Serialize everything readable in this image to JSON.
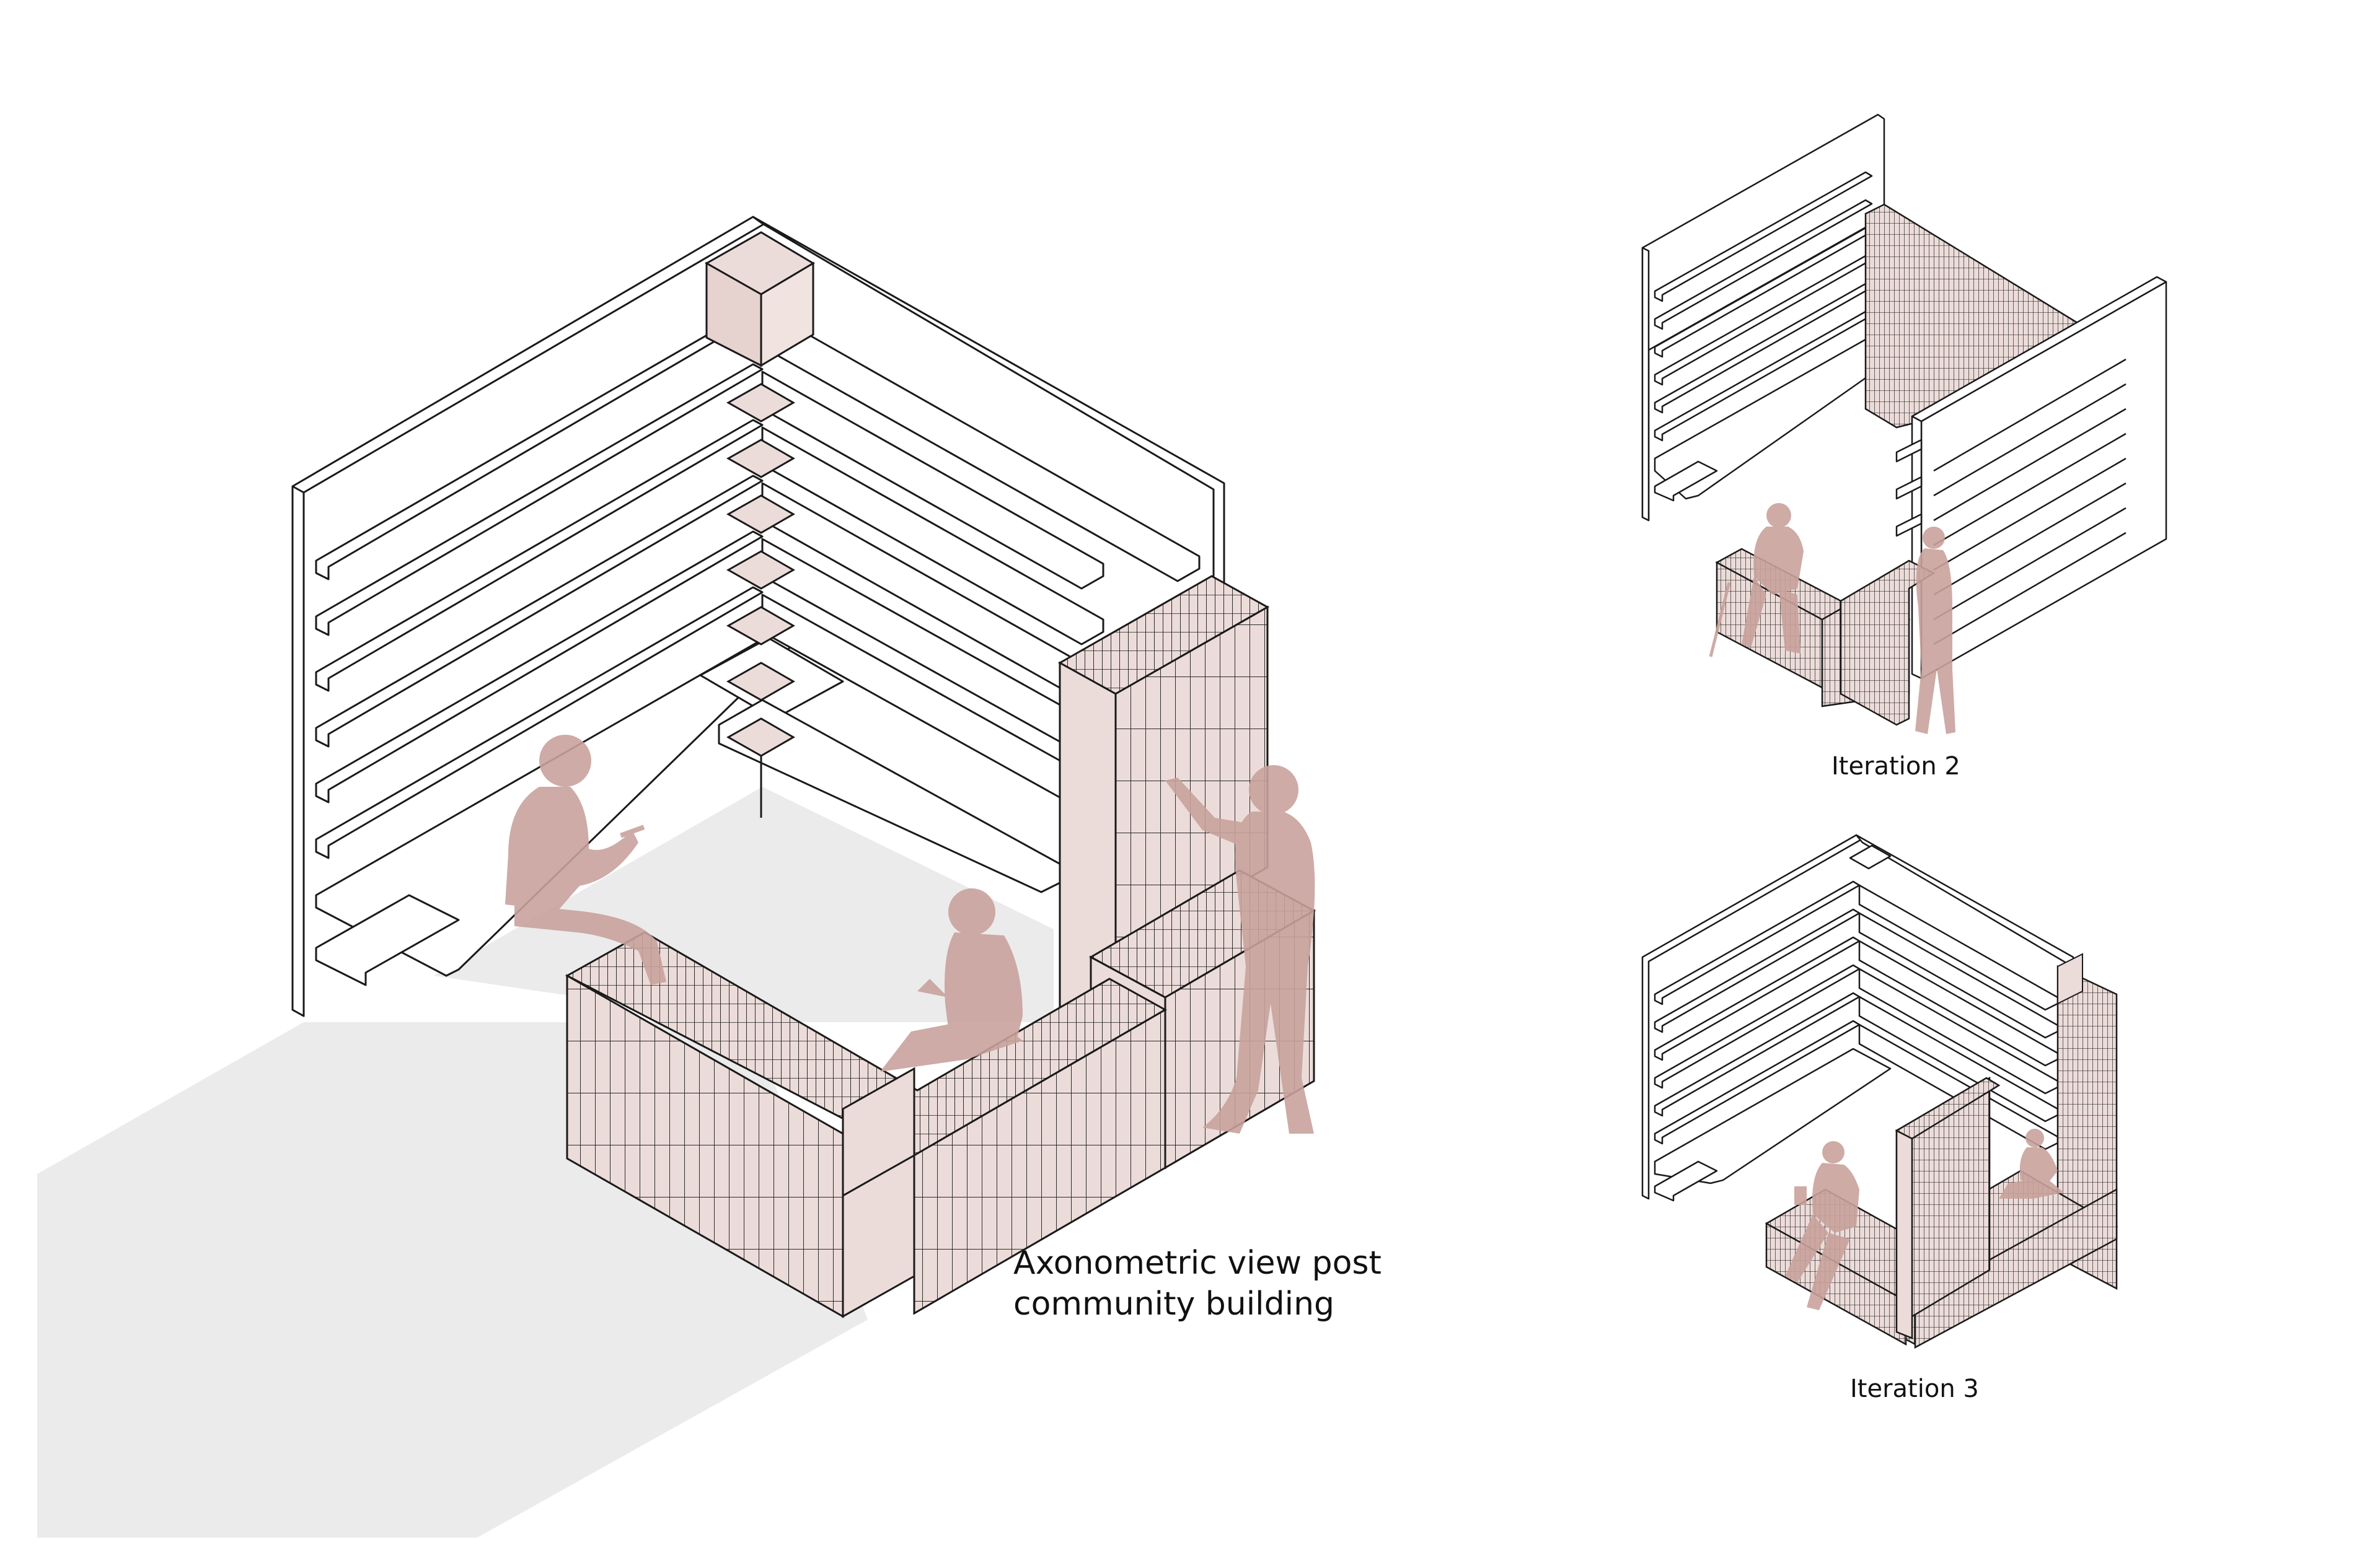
{
  "captions": {
    "main_line1": "Axonometric view post",
    "main_line2": "community building",
    "iteration2": "Iteration 2",
    "iteration3": "Iteration 3"
  },
  "colors": {
    "outline": "#1a1a1a",
    "pink_fill": "#ecdcd9",
    "figure_fill": "#c9a29c",
    "shadow": "#ebebeb",
    "background": "#ffffff"
  }
}
